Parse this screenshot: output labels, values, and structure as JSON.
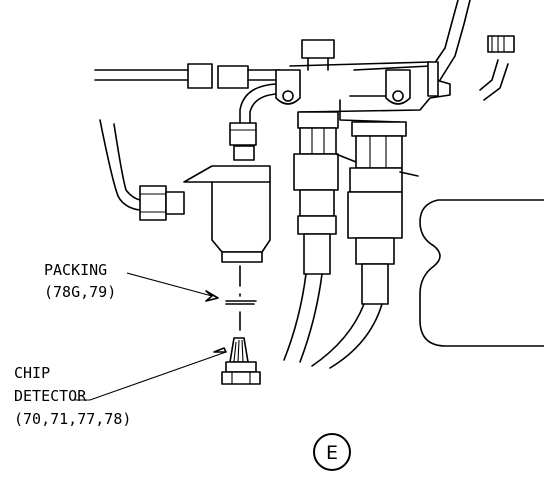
{
  "callouts": {
    "packing": {
      "line1": "PACKING",
      "line2": "(78G,79)"
    },
    "chip_detector": {
      "line1": "CHIP",
      "line2": "DETECTOR",
      "line3": "(70,71,77,78)"
    }
  },
  "view_label": "E",
  "colors": {
    "ink": "#000000",
    "paper": "#ffffff"
  }
}
